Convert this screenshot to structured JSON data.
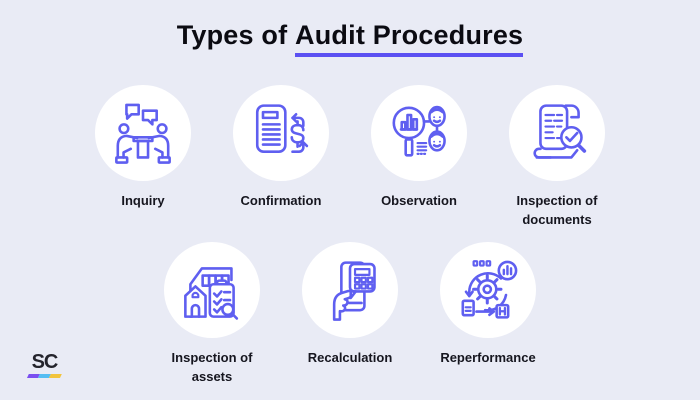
{
  "page": {
    "colors": {
      "background": "#e9ebf5",
      "circle_fill": "#ffffff",
      "icon_stroke": "#5f5ff0",
      "title_text": "#0b0b12",
      "label_text": "#16161f",
      "title_underline": "#5b50f2",
      "logo_text": "#24242c"
    },
    "title": {
      "prefix": "Types of ",
      "underlined": "Audit Procedures"
    },
    "logo": {
      "text": "SC",
      "underline_colors": [
        "#7a4ff0",
        "#55bdf2",
        "#f2c43c"
      ]
    }
  },
  "items": [
    {
      "label": "Inquiry",
      "icon": "inquiry-icon"
    },
    {
      "label": "Confirmation",
      "icon": "confirmation-icon"
    },
    {
      "label": "Observation",
      "icon": "observation-icon"
    },
    {
      "label": "Inspection of documents",
      "icon": "inspection-of-documents-icon"
    },
    {
      "label": "Inspection of assets",
      "icon": "inspection-of-assets-icon"
    },
    {
      "label": "Recalculation",
      "icon": "recalculation-icon"
    },
    {
      "label": "Reperformance",
      "icon": "reperformance-icon"
    }
  ]
}
